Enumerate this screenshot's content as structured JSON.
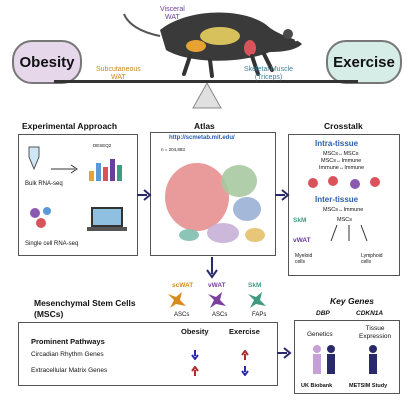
{
  "balance": {
    "left_label": "Obesity",
    "right_label": "Exercise",
    "tags": {
      "visceral": "Visceral\nWAT",
      "subcutaneous": "Subcutaneous\nWAT",
      "skeletal": "Skeletal Muscle\n(Triceps)"
    },
    "colors": {
      "obesity": "#e6d7ea",
      "exercise": "#d6ece6",
      "bar": "#333333"
    }
  },
  "experimental": {
    "title": "Experimental Approach",
    "bulk_label": "Bulk RNA-seq",
    "single_label": "Single cell RNA-seq",
    "screen_label": "DESEQ2"
  },
  "atlas": {
    "title": "Atlas",
    "url": "http://scmetab.mit.edu/",
    "count": "n = 204,883"
  },
  "crosstalk": {
    "title": "Crosstalk",
    "intra_title": "Intra-tissue",
    "intra_line1": "MSCs↔MSCs",
    "intra_line2": "MSCs↔Immune",
    "intra_line3": "Immune↔Immune",
    "inter_title": "Inter-tissue",
    "inter_line1": "MSCs↔Immune",
    "skm": "SkM",
    "mscs": "MSCs",
    "vwat": "vWAT",
    "myeloid": "Myeloid\ncells",
    "lymphoid": "Lymphoid\ncells"
  },
  "mscs": {
    "title": "Mesenchymal Stem Cells\n(MSCs)",
    "items": [
      {
        "tissue": "scWAT",
        "cell": "ASCs",
        "color": "#d98a1c"
      },
      {
        "tissue": "vWAT",
        "cell": "ASCs",
        "color": "#7a3fa0"
      },
      {
        "tissue": "SkM",
        "cell": "FAPs",
        "color": "#3f9a7f"
      }
    ]
  },
  "pathways": {
    "title": "Prominent Pathways",
    "col1": "Obesity",
    "col2": "Exercise",
    "rows": [
      {
        "label": "Circadian Rhythm Genes",
        "obesity": "down",
        "exercise": "up"
      },
      {
        "label": "Extracellular Matrix Genes",
        "obesity": "up",
        "exercise": "down"
      }
    ]
  },
  "key_genes": {
    "title": "Key Genes",
    "gene1": "DBP",
    "gene2": "CDKN1A",
    "genetics": "Genetics",
    "tissue_expression": "Tissue\nExpression",
    "biobank": "UK Biobank",
    "metsim": "METSIM Study"
  }
}
